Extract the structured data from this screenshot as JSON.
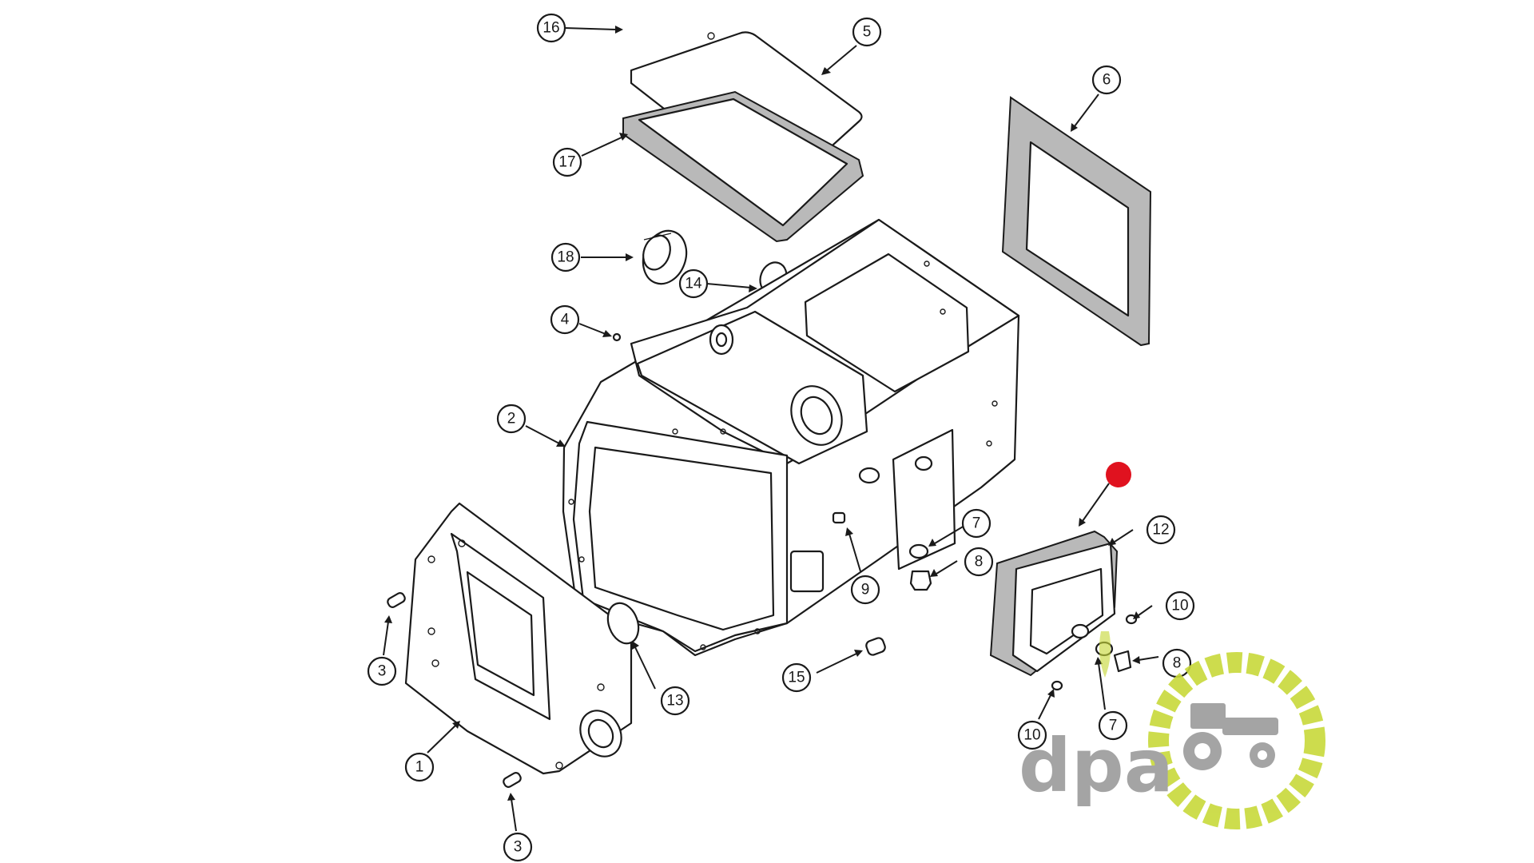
{
  "callouts": {
    "c16": "16",
    "c5": "5",
    "c6": "6",
    "c17": "17",
    "c18": "18",
    "c14": "14",
    "c4": "4",
    "c2": "2",
    "c7a": "7",
    "c8a": "8",
    "c9": "9",
    "c12": "12",
    "c10a": "10",
    "c8b": "8",
    "c3a": "3",
    "c13": "13",
    "c15": "15",
    "c10b": "10",
    "c7b": "7",
    "c1": "1",
    "c3b": "3"
  },
  "highlight_marker": {
    "color": "#e0121f"
  },
  "watermark": {
    "text": "dpa",
    "text_color": "#9b9b9b",
    "ring_color": "#c8d93a"
  }
}
